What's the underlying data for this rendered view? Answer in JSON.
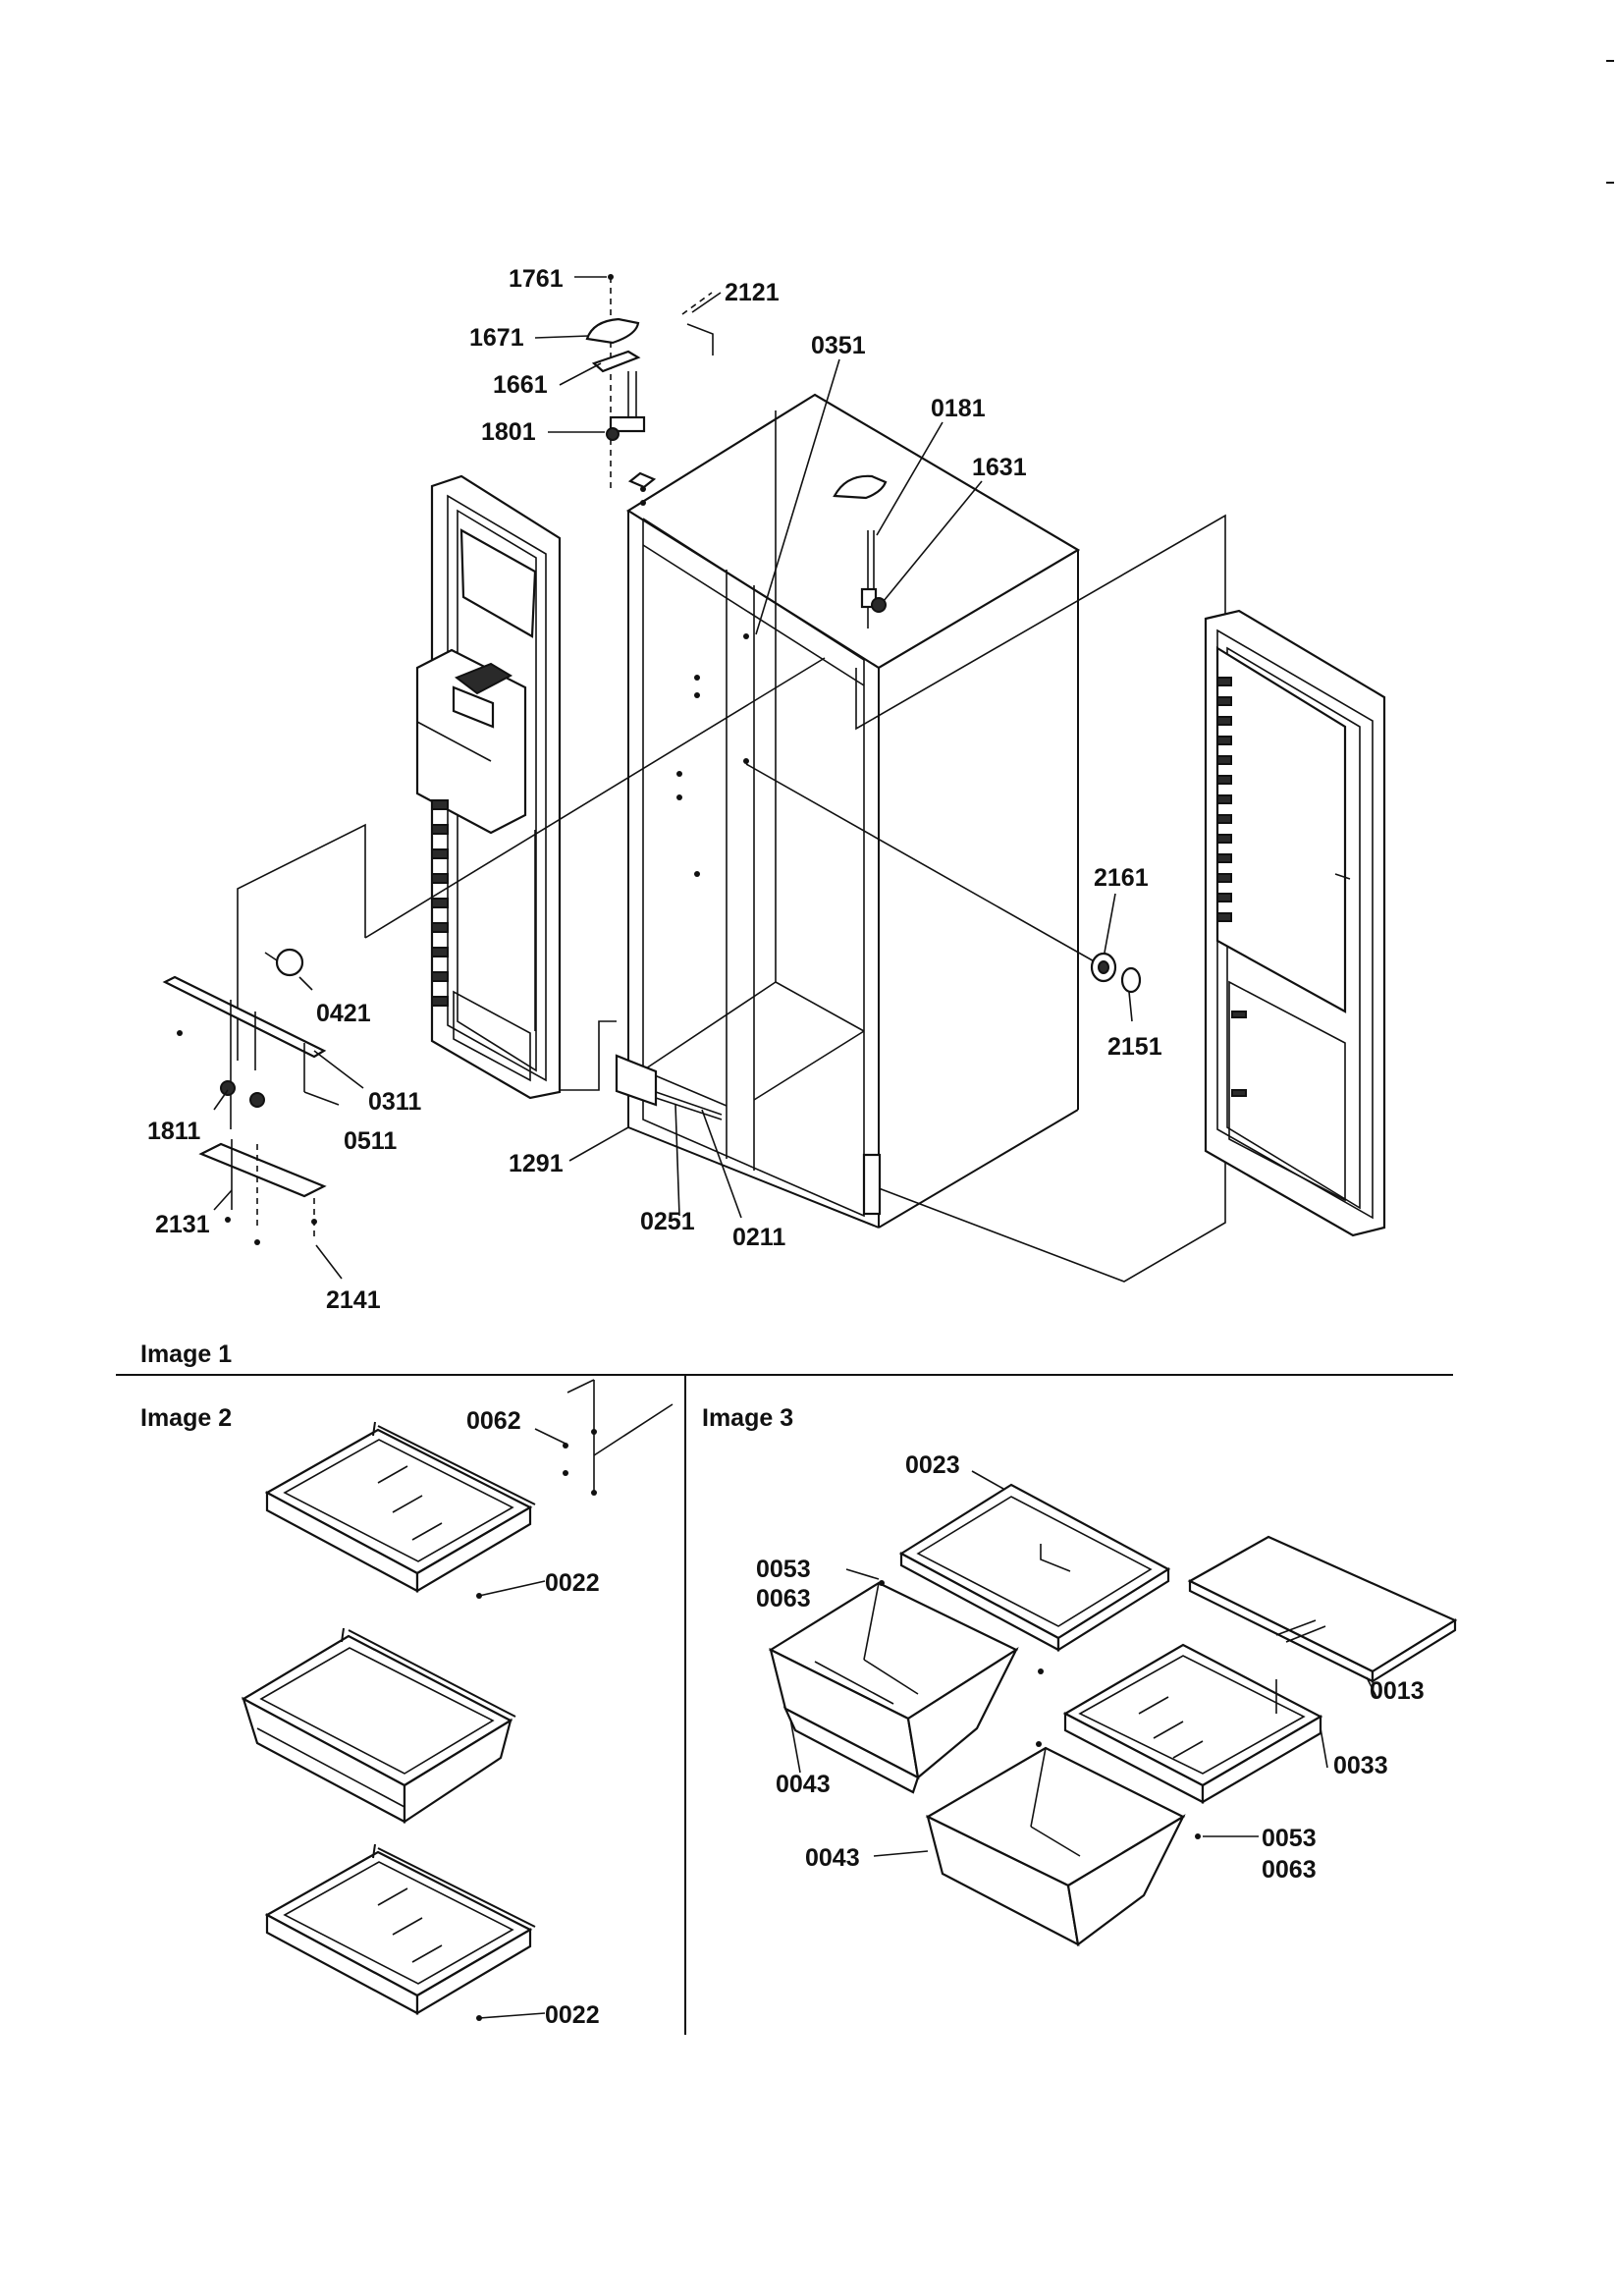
{
  "sections": {
    "image1": "Image 1",
    "image2": "Image 2",
    "image3": "Image 3"
  },
  "image1_labels": {
    "p1761": "1761",
    "p1671": "1671",
    "p1661": "1661",
    "p1801": "1801",
    "p2121": "2121",
    "p0351": "0351",
    "p0181": "0181",
    "p1631": "1631",
    "p2161": "2161",
    "p2151": "2151",
    "p0421": "0421",
    "p0311": "0311",
    "p0511": "0511",
    "p1811": "1811",
    "p2131": "2131",
    "p2141": "2141",
    "p1291": "1291",
    "p0251": "0251",
    "p0211": "0211"
  },
  "image2_labels": {
    "p0062": "0062",
    "p0022a": "0022",
    "p0022b": "0022"
  },
  "image3_labels": {
    "p0023": "0023",
    "p0053a": "0053",
    "p0063a": "0063",
    "p0013": "0013",
    "p0043a": "0043",
    "p0033": "0033",
    "p0043b": "0043",
    "p0053b": "0053",
    "p0063b": "0063"
  }
}
